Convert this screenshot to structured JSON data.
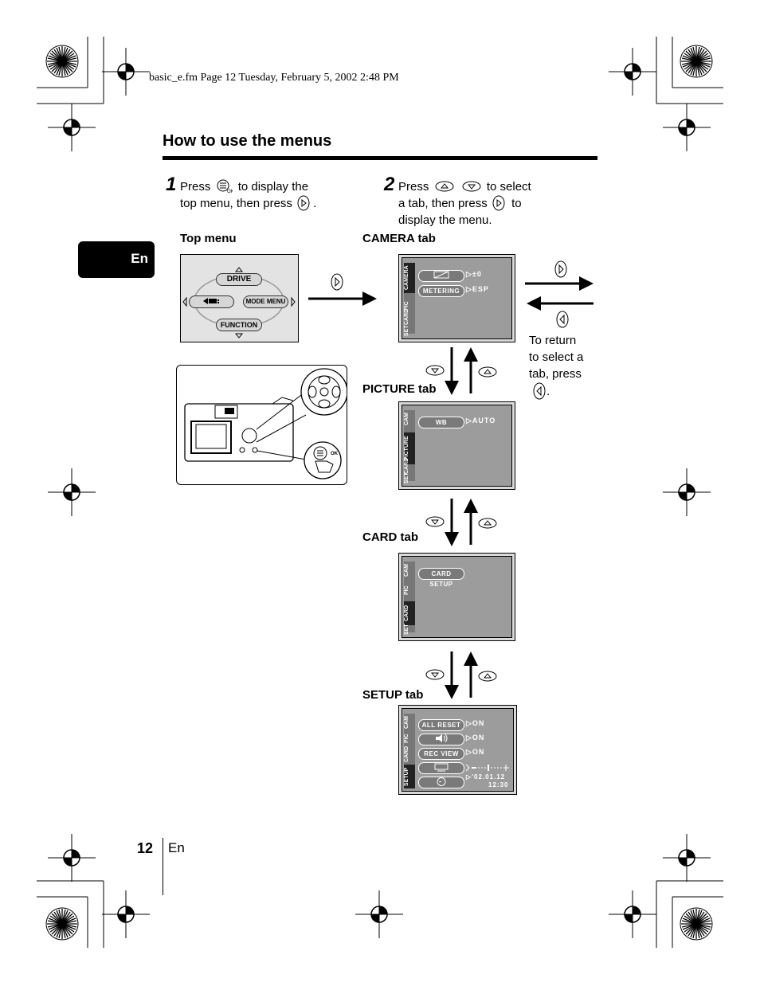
{
  "header_line": "basic_e.fm  Page 12  Tuesday, February 5, 2002  2:48 PM",
  "title": "How to use the menus",
  "side_tab": "En",
  "step1": {
    "number": "1",
    "line1_a": "Press",
    "line1_b": "to display the",
    "line2": "top menu, then press",
    "line2_end": "."
  },
  "step2": {
    "number": "2",
    "line1_a": "Press",
    "line1_b": "to select",
    "line2_a": "a tab, then press",
    "line2_b": "to",
    "line3": "display the menu."
  },
  "labels": {
    "top_menu": "Top menu",
    "camera_tab": "CAMERA tab",
    "picture_tab": "PICTURE tab",
    "card_tab": "CARD tab",
    "setup_tab": "SETUP tab"
  },
  "return_note": [
    "To return",
    "to select a",
    "tab, press",
    "."
  ],
  "top_menu_screen": {
    "drive": "DRIVE",
    "mode_menu": "MODE MENU",
    "function": "FUNCTION"
  },
  "tab_strip": {
    "cam": "CAM",
    "camera": "CAMERA",
    "pic": "PIC",
    "picture": "PICTURE",
    "card": "CARD",
    "set": "SET",
    "setup": "SETUP"
  },
  "camera_screen": {
    "row1_value": "±0",
    "row2_label": "METERING",
    "row2_value": "ESP"
  },
  "picture_screen": {
    "row1_label": "WB",
    "row1_value": "AUTO"
  },
  "card_screen": {
    "row1_label": "CARD SETUP"
  },
  "setup_screen": {
    "row1_label": "ALL RESET",
    "row1_value": "ON",
    "row2_value": "ON",
    "row3_label": "REC VIEW",
    "row3_value": "ON",
    "row5_value_date": "'02.01.12",
    "row5_value_time": "12:30"
  },
  "camera_inset": {
    "ok_label": "OK"
  },
  "footer": {
    "page": "12",
    "lang": "En"
  }
}
